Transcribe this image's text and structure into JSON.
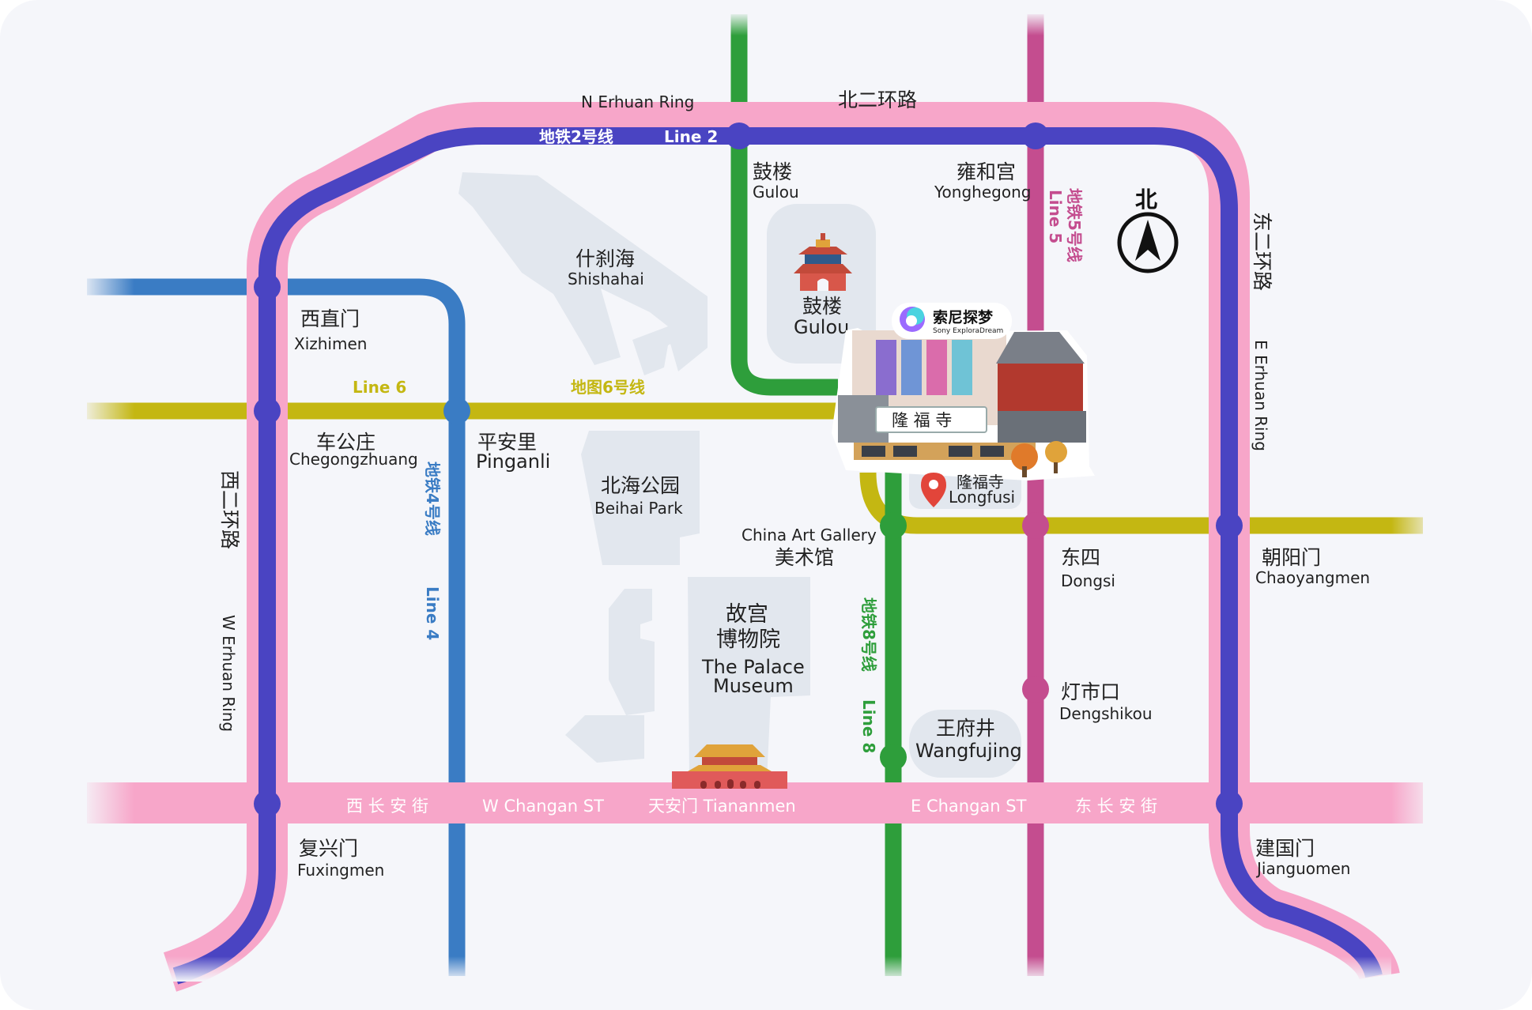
{
  "map": {
    "colors": {
      "ring": "#f7a6c9",
      "line2": "#4a44c2",
      "line4": "#3a7cc4",
      "line5": "#c44d8f",
      "line6": "#c4b712",
      "line8": "#2e9e3b",
      "park": "#e2e7ee",
      "background": "#f5f6fa"
    },
    "roads": {
      "n_erhuan_en": "N  Erhuan Ring",
      "n_erhuan_cn": "北二环路",
      "e_erhuan_cn": "东二环路",
      "e_erhuan_en": "E Erhuan Ring",
      "w_erhuan_cn": "西二环路",
      "w_erhuan_en": "W Erhuan Ring",
      "changan": [
        "西 长 安 街",
        "W Changan ST",
        "天安门  Tiananmen",
        "E Changan ST",
        "东 长 安 街"
      ]
    },
    "lines": {
      "line2_cn": "地铁2号线",
      "line2_en": "Line 2",
      "line4_cn": "地铁4号线",
      "line4_en": "Line 4",
      "line5_cn": "地铁5号线",
      "line5_en": "Line 5",
      "line6_cn": "地图6号线",
      "line6_en": "Line 6",
      "line8_cn": "地铁8号线",
      "line8_en": "Line 8"
    },
    "stations": {
      "gulou": {
        "cn": "鼓楼",
        "en": "Gulou"
      },
      "yonghegong": {
        "cn": "雍和宫",
        "en": "Yonghegong"
      },
      "xizhimen": {
        "cn": "西直门",
        "en": "Xizhimen"
      },
      "chegongzhuang": {
        "cn": "车公庄",
        "en": "Chegongzhuang"
      },
      "pinganli": {
        "cn": "平安里",
        "en": "Pinganli"
      },
      "art_gallery": {
        "en": "China Art Gallery",
        "cn": "美术馆"
      },
      "dongsi": {
        "cn": "东四",
        "en": "Dongsi"
      },
      "chaoyangmen": {
        "cn": "朝阳门",
        "en": "Chaoyangmen"
      },
      "dengshikou": {
        "cn": "灯市口",
        "en": "Dengshikou"
      },
      "fuxingmen": {
        "cn": "复兴门",
        "en": "Fuxingmen"
      },
      "jianguomen": {
        "cn": "建国门",
        "en": "Jianguomen"
      }
    },
    "landmarks": {
      "shishahai": {
        "cn": "什刹海",
        "en": "Shishahai"
      },
      "gulou_tower": {
        "cn": "鼓楼",
        "en": "Gulou"
      },
      "beihai": {
        "cn": "北海公园",
        "en": "Beihai Park"
      },
      "palace": {
        "cn1": "故宫",
        "cn2": "博物院",
        "en1": "The Palace",
        "en2": "Museum"
      },
      "wangfujing": {
        "cn": "王府井",
        "en": "Wangfujing"
      }
    },
    "destination": {
      "building_sign": "隆 福 寺",
      "pin_cn": "隆福寺",
      "pin_en": "Longfusi",
      "logo_cn": "索尼探梦",
      "logo_en": "Sony ExploraDream"
    },
    "compass": "北"
  }
}
